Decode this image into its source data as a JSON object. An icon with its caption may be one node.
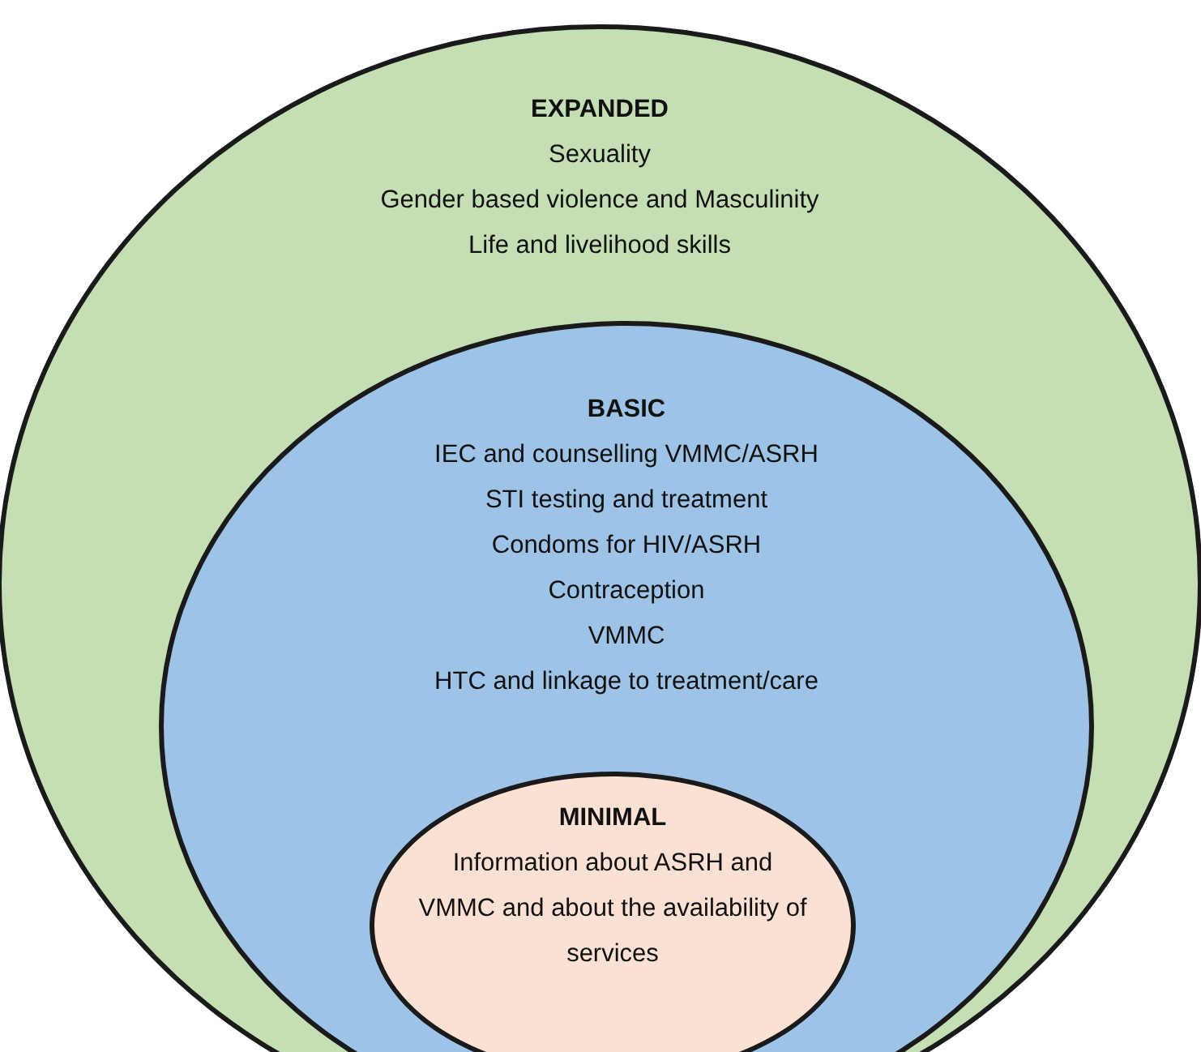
{
  "diagram": {
    "nodes": [
      {
        "text": [
          "EXPANDED",
          "Sexuality",
          "Gender based violence and Masculinity",
          "Life and livelihood skills"
        ]
      },
      {
        "text": [
          "BASIC",
          "IEC and counselling  VMMC/ASRH",
          "STI testing and treatment",
          "Condoms for HIV/ASRH",
          "Contraception",
          "VMMC",
          "HTC and linkage to treatment/care"
        ],
        "in": 0
      },
      {
        "text": [
          "MINIMAL",
          "Information about ASRH and VMMC and about the availability of services"
        ],
        "in": 1
      }
    ]
  }
}
